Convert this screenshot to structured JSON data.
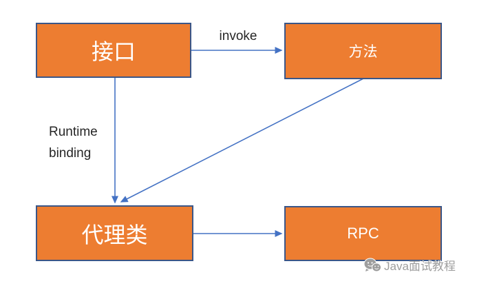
{
  "diagram": {
    "background": "#ffffff",
    "colors": {
      "box_fill": "#ED7D31",
      "box_border": "#3A5688",
      "arrow": "#4472C4",
      "label_text": "#262626",
      "box_text": "#FFFFFF",
      "watermark_text": "#9E9E9E"
    },
    "nodes": [
      {
        "id": "interface",
        "label": "接口"
      },
      {
        "id": "method",
        "label": "方法"
      },
      {
        "id": "proxy",
        "label": "代理类"
      },
      {
        "id": "rpc",
        "label": "RPC"
      }
    ],
    "edges": [
      {
        "from": "interface",
        "to": "method",
        "label": "invoke",
        "direction": "right"
      },
      {
        "from": "interface",
        "to": "proxy",
        "label": "Runtime binding",
        "direction": "down"
      },
      {
        "from": "method",
        "to": "proxy",
        "label": "",
        "direction": "diagonal-down-left"
      },
      {
        "from": "proxy",
        "to": "rpc",
        "label": "",
        "direction": "right"
      }
    ],
    "watermark": {
      "icon": "wechat-icon",
      "text": "Java面试教程"
    }
  }
}
